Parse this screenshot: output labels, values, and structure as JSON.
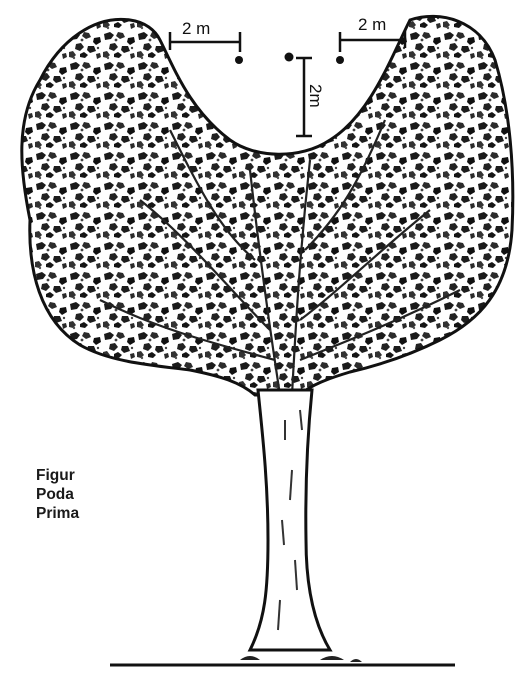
{
  "dimensions": {
    "left_gap": "2 m",
    "right_gap": "2 m",
    "center_height": "2m"
  },
  "caption": {
    "lines": [
      "Figur",
      "Poda",
      "Prima"
    ]
  },
  "colors": {
    "ink": "#111111",
    "paper": "#ffffff"
  }
}
